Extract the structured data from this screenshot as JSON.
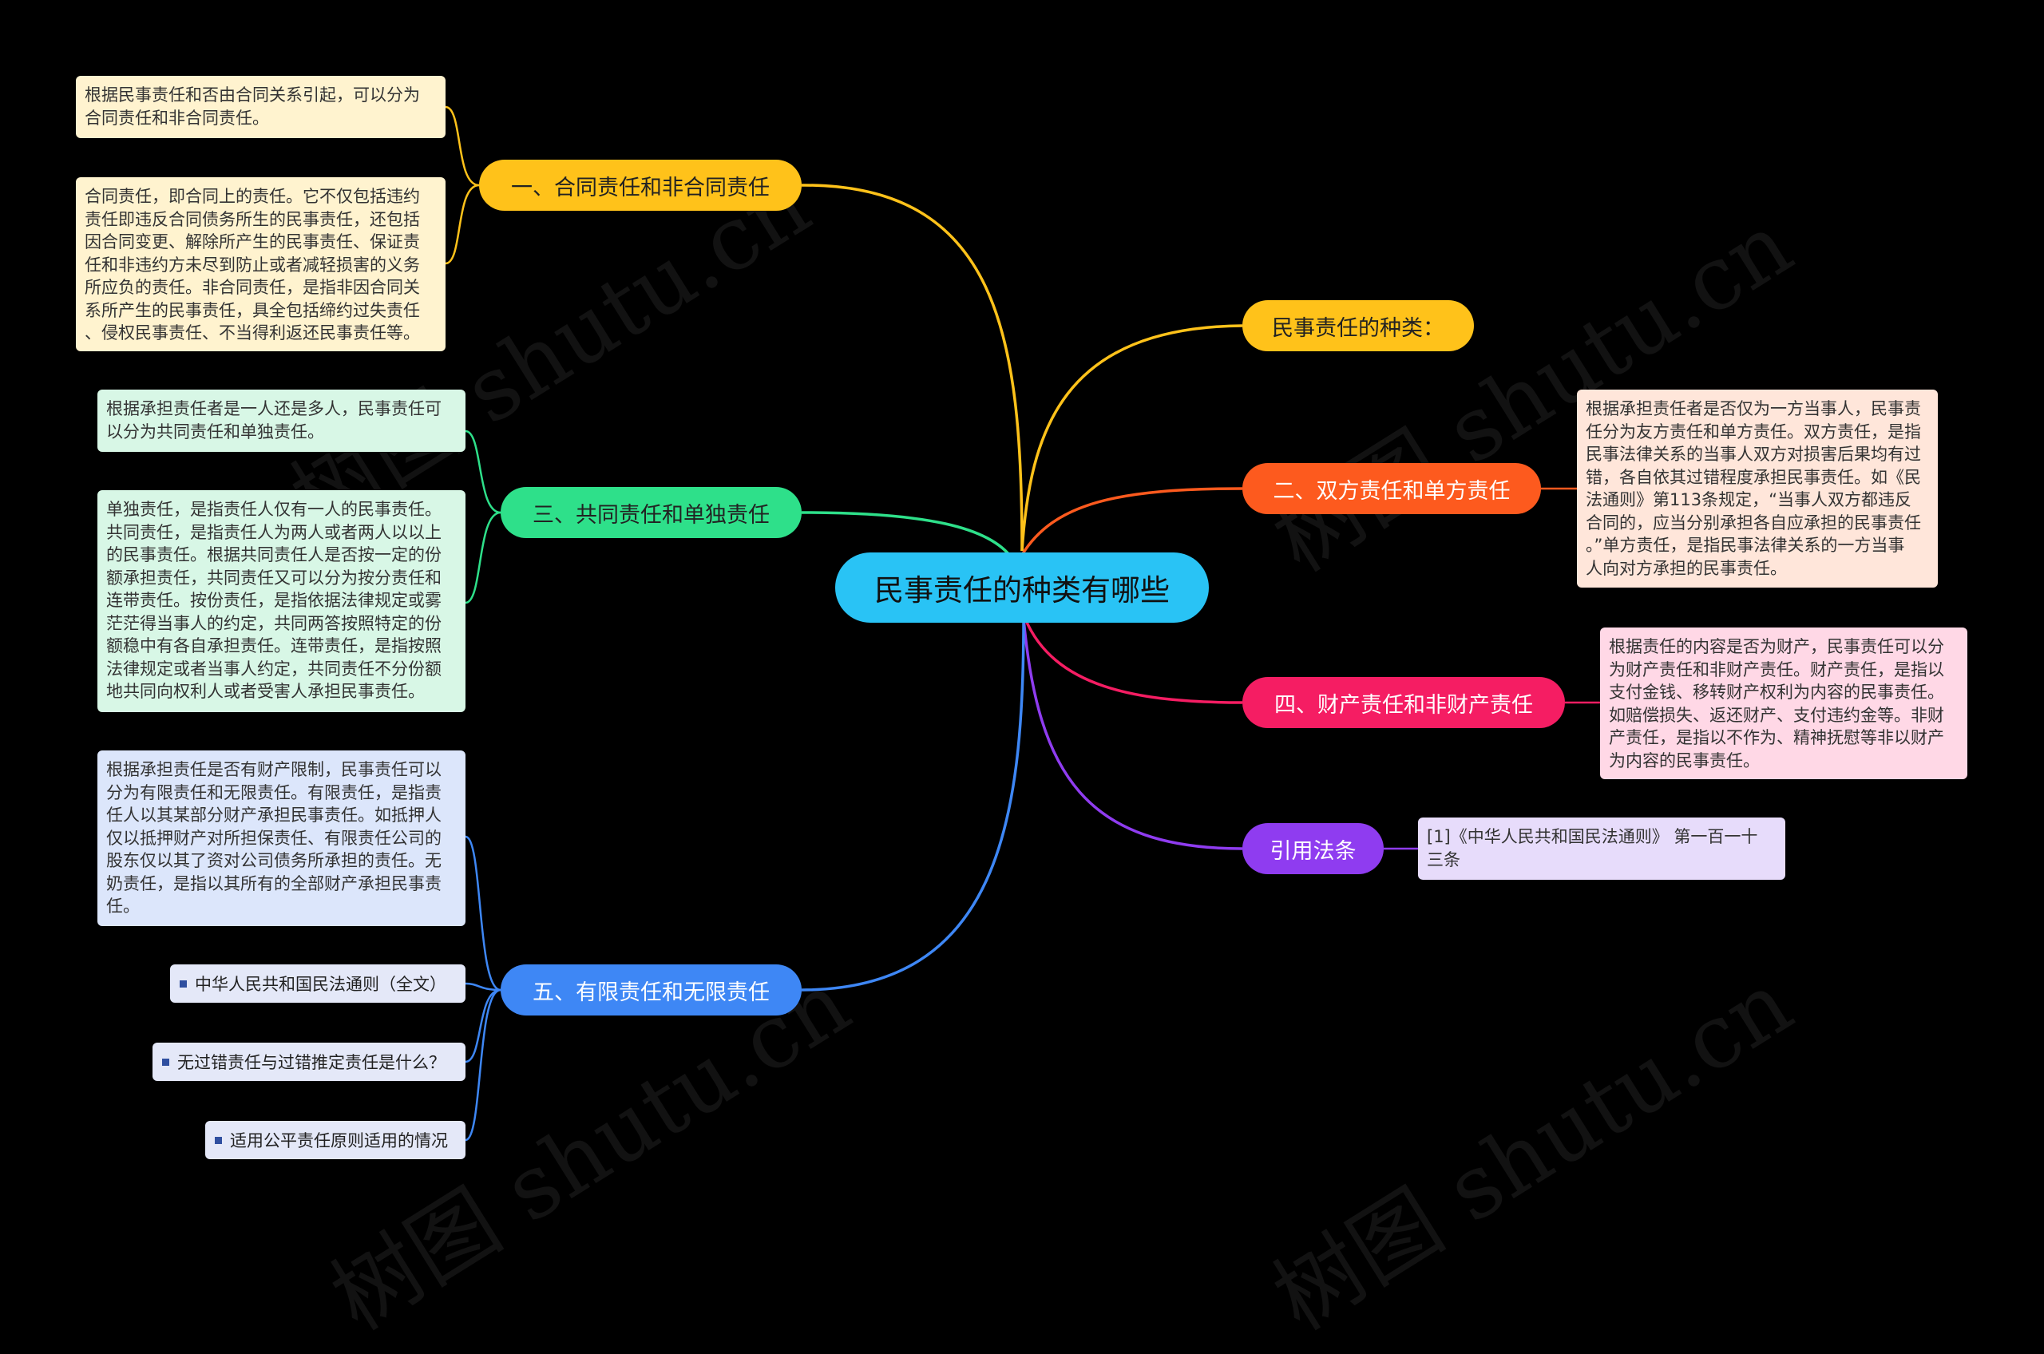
{
  "center": {
    "label": "民事责任的种类有哪些"
  },
  "branches": {
    "b1": {
      "label": "一、合同责任和非合同责任",
      "color": "#ffc21a"
    },
    "b_types": {
      "label": "民事责任的种类：",
      "color": "#ffc21a"
    },
    "b3": {
      "label": "三、共同责任和单独责任",
      "color": "#2ee08a"
    },
    "b2": {
      "label": "二、双方责任和单方责任",
      "color": "#fd5a1e"
    },
    "b4": {
      "label": "四、财产责任和非财产责任",
      "color": "#f51d63"
    },
    "b_law": {
      "label": "引用法条",
      "color": "#8f3cf0"
    },
    "b5": {
      "label": "五、有限责任和无限责任",
      "color": "#3e87f5"
    }
  },
  "notes": {
    "n1a": {
      "lines": [
        "根据民事责任和否由合同关系引起，可以分为",
        "合同责任和非合同责任。"
      ]
    },
    "n1b": {
      "lines": [
        "合同责任，即合同上的责任。它不仅包括违约",
        "责任即违反合同债务所生的民事责任，还包括",
        "因合同变更、解除所产生的民事责任、保证责",
        "任和非违约方未尽到防止或者减轻损害的义务",
        "所应负的责任。非合同责任，是指非因合同关",
        "系所产生的民事责任，具全包括缔约过失责任",
        "、侵权民事责任、不当得利返还民事责任等。"
      ]
    },
    "n3a": {
      "lines": [
        "根据承担责任者是一人还是多人，民事责任可",
        "以分为共同责任和单独责任。"
      ]
    },
    "n3b": {
      "lines": [
        "单独责任，是指责任人仅有一人的民事责任。",
        "共同责任，是指责任人为两人或者两人以以上",
        "的民事责任。根据共同责任人是否按一定的份",
        "额承担责任，共同责任又可以分为按分责任和",
        "连带责任。按份责任，是指依据法律规定或雾",
        "茫茫得当事人的约定，共同两答按照特定的份",
        "额稳中有各自承担责任。连带责任，是指按照",
        "法律规定或者当事人约定，共同责任不分份额",
        "地共同向权利人或者受害人承担民事责任。"
      ]
    },
    "n5a": {
      "lines": [
        "根据承担责任是否有财产限制，民事责任可以",
        "分为有限责任和无限责任。有限责任，是指责",
        "任人以其某部分财产承担民事责任。如抵押人",
        "仅以抵押财产对所担保责任、有限责任公司的",
        "股东仅以其了资对公司债务所承担的责任。无",
        "奶责任，是指以其所有的全部财产承担民事责",
        "任。"
      ]
    },
    "n2": {
      "lines": [
        "根据承担责任者是否仅为一方当事人，民事责",
        "任分为友方责任和单方责任。双方责任，是指",
        "民事法律关系的当事人双方对损害后果均有过",
        "错，各自依其过错程度承担民事责任。如《民",
        "法通则》第113条规定，“当事人双方都违反",
        "合同的，应当分别承担各自应承担的民事责任",
        "。”单方责任，是指民事法律关系的一方当事",
        "人向对方承担的民事责任。"
      ]
    },
    "n4": {
      "lines": [
        "根据责任的内容是否为财产，民事责任可以分",
        "为财产责任和非财产责任。财产责任，是指以",
        "支付金钱、移转财产权利为内容的民事责任。",
        "如赔偿损失、返还财产、支付违约金等。非财",
        "产责任，是指以不作为、精神抚慰等非以财产",
        "为内容的民事责任。"
      ]
    },
    "n_law": {
      "lines": [
        "[1]《中华人民共和国民法通则》 第一百一十",
        "三条"
      ]
    }
  },
  "links": {
    "l1": "中华人民共和国民法通则（全文）",
    "l2": "无过错责任与过错推定责任是什么？",
    "l3": "适用公平责任原则适用的情况"
  },
  "watermark": {
    "text": "树图 shutu.cn"
  },
  "colors": {
    "background": "#000000",
    "center": "#29c3f5",
    "note_yellow": "#fff3cf",
    "note_green": "#d8f7e6",
    "note_orange": "#ffe6da",
    "note_pink": "#ffd8e6",
    "note_purple": "#e7dcfb",
    "note_blue": "#dce6fb"
  }
}
